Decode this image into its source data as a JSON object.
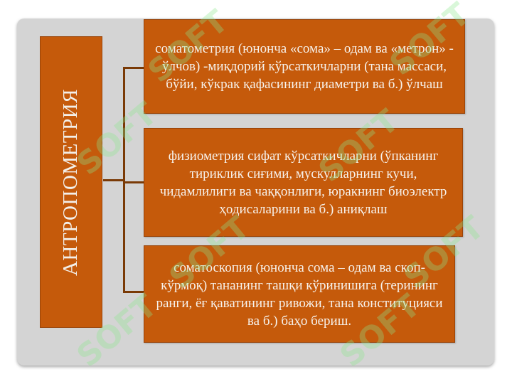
{
  "diagram": {
    "root_label": "АНТРОПОМЕТРИЯ",
    "branches": [
      {
        "text": "соматометрия (юнонча «сома» – одам ва «метрон» - ўлчов) -миқдорий кўрсаткичларни (тана массаси, бўйи, кўкрак қафасининг диаметри ва б.) ўлчаш"
      },
      {
        "text": "физиометрия сифат кўрсаткичларни (ўпканинг тириклик сиғими, мускулларнинг кучи, чидамлилиги ва чаққонлиги, юракнинг биоэлектр ҳодисаларини ва б.) аниқлаш"
      },
      {
        "text": "соматоскопия (юнонча сома – одам ва скоп- кўрмоқ) тананинг ташқи кўринишига (терининг ранги, ёғ қаватининг ривожи, тана конституцияси ва б.) баҳо бериш."
      }
    ]
  },
  "watermark": {
    "text": "SOFT"
  },
  "colors": {
    "box_fill": "#c55a0b",
    "slide_bg": "#d4d4d4",
    "connector": "#7a3a06",
    "text": "#f7f2ec"
  }
}
